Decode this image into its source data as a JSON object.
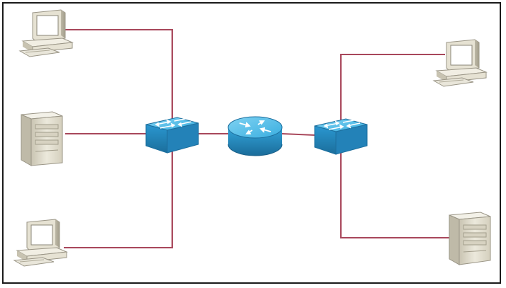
{
  "colors": {
    "link": "#a8475b",
    "device_blue": "#2e9ed6",
    "device_blue_top": "#6cc8ee",
    "device_blue_dark": "#1d6f9e",
    "beige": "#e6e2d3",
    "beige_dark": "#b8b3a1",
    "beige_light": "#f3f1e8",
    "screen": "#ffffff",
    "border": "#1a1a1a"
  },
  "nodes": [
    {
      "id": "pc-top-left",
      "kind": "workstation"
    },
    {
      "id": "server-mid-left",
      "kind": "server"
    },
    {
      "id": "pc-bottom-left",
      "kind": "workstation"
    },
    {
      "id": "switch-left",
      "kind": "switch"
    },
    {
      "id": "router-center",
      "kind": "router"
    },
    {
      "id": "switch-right",
      "kind": "switch"
    },
    {
      "id": "pc-top-right",
      "kind": "workstation"
    },
    {
      "id": "server-bottom-right",
      "kind": "server"
    }
  ],
  "links": [
    {
      "from": "pc-top-left",
      "to": "switch-left"
    },
    {
      "from": "server-mid-left",
      "to": "switch-left"
    },
    {
      "from": "pc-bottom-left",
      "to": "switch-left"
    },
    {
      "from": "switch-left",
      "to": "router-center"
    },
    {
      "from": "router-center",
      "to": "switch-right"
    },
    {
      "from": "switch-right",
      "to": "pc-top-right"
    },
    {
      "from": "switch-right",
      "to": "server-bottom-right"
    }
  ]
}
